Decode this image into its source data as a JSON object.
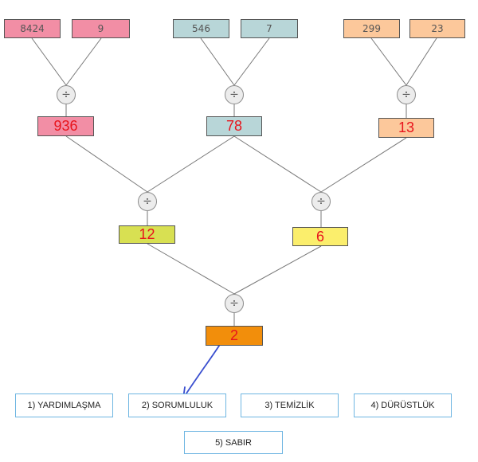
{
  "colors": {
    "pink": "#f28ea5",
    "teal": "#b8d6d8",
    "peach": "#fcc89b",
    "yellow_green": "#d8e052",
    "yellow": "#fbee6c",
    "orange": "#f28e0b",
    "result_text": "#e8141c",
    "option_border": "#6fb6e2",
    "arrow": "#3a4fcf"
  },
  "operator_symbol": "÷",
  "level1": {
    "left": {
      "a": "8424",
      "b": "9",
      "result": "936"
    },
    "middle": {
      "a": "546",
      "b": "7",
      "result": "78"
    },
    "right": {
      "a": "299",
      "b": "23",
      "result": "13"
    }
  },
  "level2": {
    "left": "12",
    "right": "6"
  },
  "level3": {
    "result": "2"
  },
  "options": [
    "1) YARDIMLAŞMA",
    "2) SORUMLULUK",
    "3) TEMİZLİK",
    "4) DÜRÜSTLÜK",
    "5) SABIR"
  ]
}
